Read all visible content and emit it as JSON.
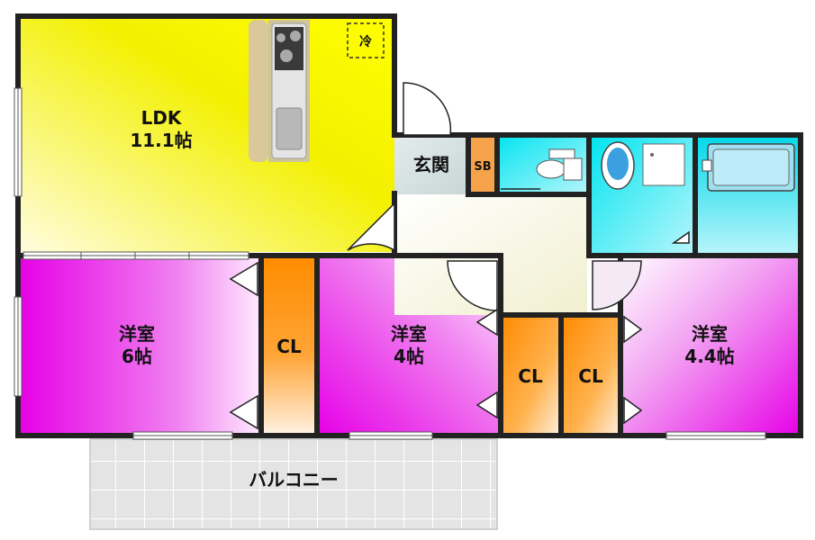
{
  "rooms": {
    "ldk": {
      "name": "LDK",
      "size": "11.1帖"
    },
    "western_1": {
      "name": "洋室",
      "size": "6帖"
    },
    "western_2": {
      "name": "洋室",
      "size": "4帖"
    },
    "western_3": {
      "name": "洋室",
      "size": "4.4帖"
    },
    "entrance": {
      "name": "玄関"
    },
    "shoe_box": {
      "name": "SB"
    },
    "balcony": {
      "name": "バルコニー"
    }
  },
  "closets": {
    "cl_1": "CL",
    "cl_2": "CL",
    "cl_3": "CL"
  },
  "fridge": {
    "label": "冷"
  },
  "colors": {
    "ldk": "#ffff00",
    "western": "#ee00ee",
    "closet": "#ff8c00",
    "water_room": "#00ddee",
    "hall": "#f8f6dc",
    "balcony": "#e3e3e3",
    "wall": "#222222"
  }
}
